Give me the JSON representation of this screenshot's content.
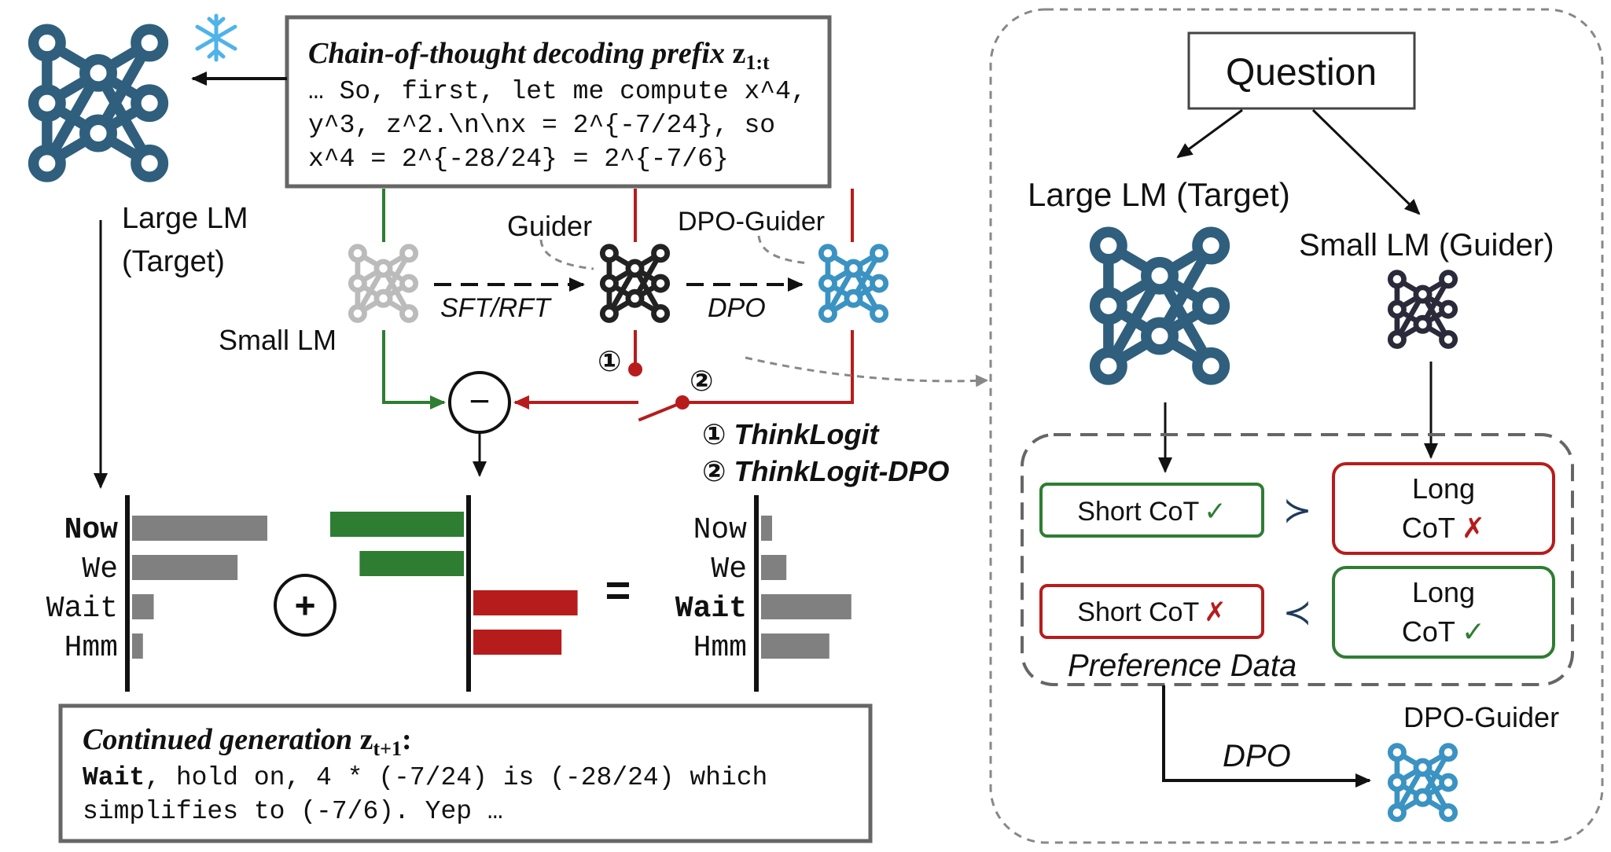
{
  "colors": {
    "teal": "#2f5f7d",
    "guider_dark": "#222222",
    "dpo_blue": "#3a93c2",
    "small_gray": "#bbbbbb",
    "green": "#2e7d32",
    "red": "#b71c1c",
    "bar_gray": "#808080",
    "dashed_gray": "#777777",
    "snowflake": "#4fb3ea"
  },
  "left": {
    "prefix_box": {
      "title": "Chain-of-thought decoding prefix ",
      "title_math": "z",
      "title_sub": "1:t",
      "lines": [
        "… So, first, let me compute x^4,",
        "y^3, z^2.\\n\\nx = 2^{-7/24}, so",
        "x^4 = 2^{-28/24} = 2^{-7/6}"
      ]
    },
    "large_lm_label_1": "Large LM",
    "large_lm_label_2": "(Target)",
    "small_lm_label": "Small LM",
    "guider_label": "Guider",
    "dpo_guider_label": "DPO-Guider",
    "sft_label": "SFT/RFT",
    "dpo_label": "DPO",
    "switch_1": "①",
    "switch_2": "②",
    "method_1": "① ThinkLogit",
    "method_2": "② ThinkLogit-DPO",
    "minus_symbol": "−",
    "plus_symbol": "+",
    "equals_symbol": "=",
    "token_sets": {
      "target": {
        "tokens": [
          "Now",
          "We",
          "Wait",
          "Hmm"
        ],
        "bold_index": 0,
        "values": [
          1.0,
          0.78,
          0.16,
          0.08
        ]
      },
      "delta": {
        "positive": [
          1.0,
          0.78
        ],
        "negative": [
          0.78,
          0.66
        ]
      },
      "result": {
        "tokens": [
          "Now",
          "We",
          "Wait",
          "Hmm"
        ],
        "bold_index": 2,
        "values": [
          0.1,
          0.23,
          0.82,
          0.62
        ]
      }
    },
    "continued_box": {
      "title": "Continued generation ",
      "title_math": "z",
      "title_sub": "t+1",
      "title_tail": ":",
      "line1_bold": "Wait",
      "line1_rest": ", hold on, 4 * (-7/24) is (-28/24) which",
      "line2": "simplifies to (-7/6). Yep …"
    }
  },
  "right": {
    "question_label": "Question",
    "large_lm_label": "Large LM (Target)",
    "small_lm_label": "Small LM (Guider)",
    "pref_rows": [
      {
        "left": "Short CoT",
        "left_mark": "✓",
        "left_ok": true,
        "relation": "≻",
        "right_line1": "Long",
        "right_line2": "CoT",
        "right_mark": "✗",
        "right_ok": false
      },
      {
        "left": "Short CoT",
        "left_mark": "✗",
        "left_ok": false,
        "relation": "≺",
        "right_line1": "Long",
        "right_line2": "CoT",
        "right_mark": "✓",
        "right_ok": true
      }
    ],
    "preference_data_label": "Preference Data",
    "dpo_label": "DPO",
    "dpo_guider_label": "DPO-Guider"
  }
}
